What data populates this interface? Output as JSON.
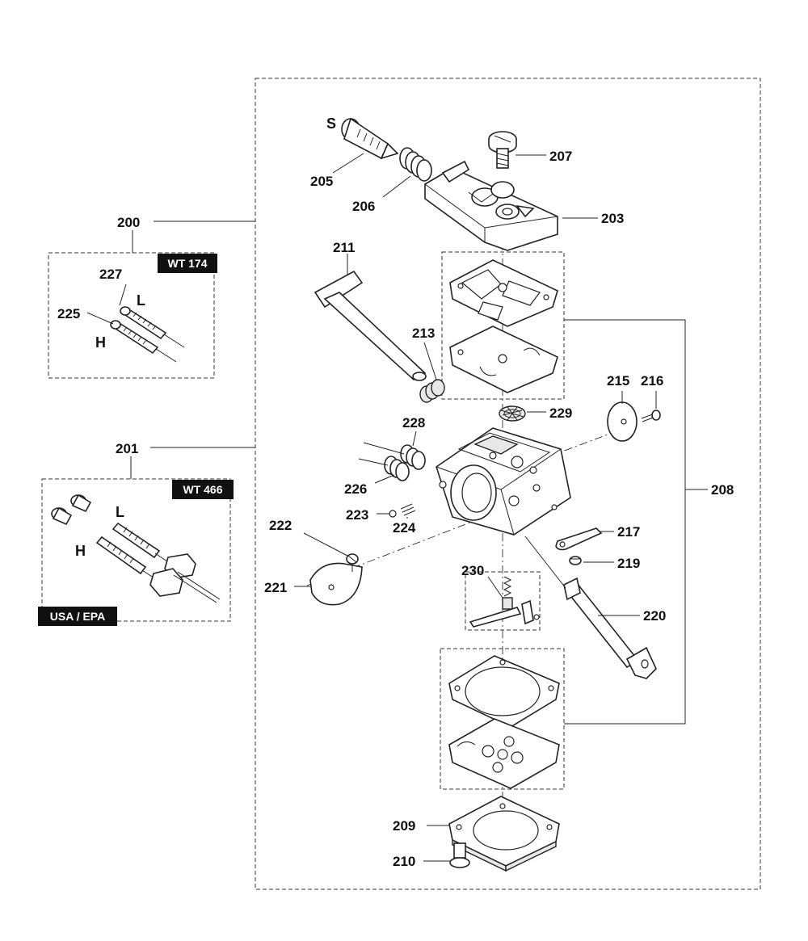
{
  "colors": {
    "ink": "#111111",
    "tag_background": "#111111",
    "tag_text": "#ffffff",
    "paper": "#ffffff"
  },
  "labels": {
    "l200": "200",
    "l201": "201",
    "l203": "203",
    "l205": "205",
    "l206": "206",
    "l207": "207",
    "l208": "208",
    "l209": "209",
    "l210": "210",
    "l211": "211",
    "l213": "213",
    "l215": "215",
    "l216": "216",
    "l217": "217",
    "l219": "219",
    "l220": "220",
    "l221": "221",
    "l222": "222",
    "l223": "223",
    "l224": "224",
    "l225": "225",
    "l226": "226",
    "l227": "227",
    "l228": "228",
    "l229": "229",
    "l230": "230"
  },
  "letters": {
    "s": "S",
    "l_top": "L",
    "h_top": "H",
    "l_bottom": "L",
    "h_bottom": "H"
  },
  "tags": {
    "wt174": "WT 174",
    "wt466": "WT 466",
    "usa_epa": "USA / EPA"
  }
}
